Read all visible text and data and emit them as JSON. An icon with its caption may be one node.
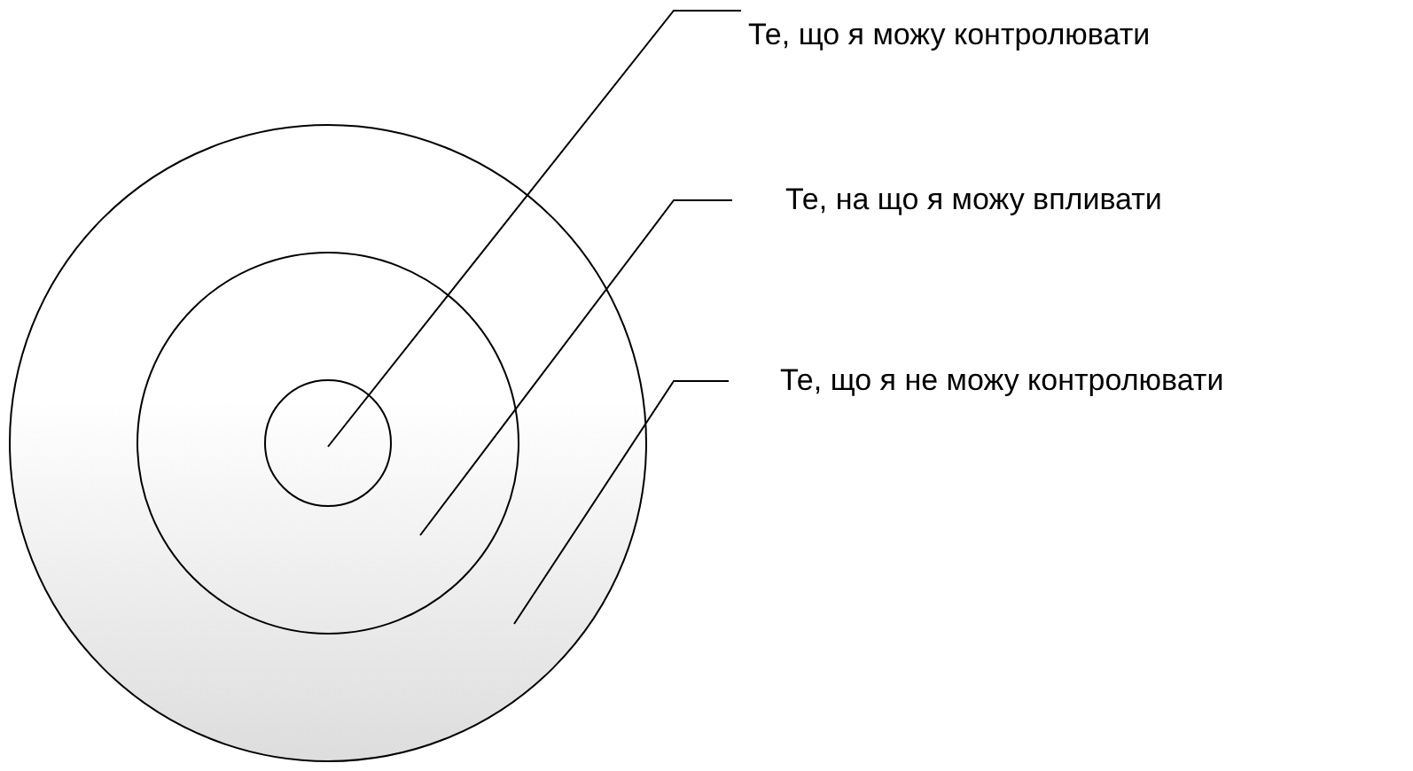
{
  "diagram": {
    "nodes": [
      {
        "text": [],
        "shape": "circle"
      },
      {
        "text": [],
        "shape": "circle",
        "in": 0
      },
      {
        "text": [],
        "shape": "circle",
        "in": 1
      },
      {
        "text": [
          "Те, що я можу контролювати"
        ]
      },
      {
        "text": [
          "Те, на що я можу впливати"
        ]
      },
      {
        "text": [
          "Те, що я не можу контролювати"
        ]
      }
    ],
    "edges": [
      {
        "from": 3,
        "to": 2,
        "arrow": "none"
      },
      {
        "from": 4,
        "to": 1,
        "arrow": "none"
      },
      {
        "from": 5,
        "to": 0,
        "arrow": "none"
      }
    ]
  }
}
